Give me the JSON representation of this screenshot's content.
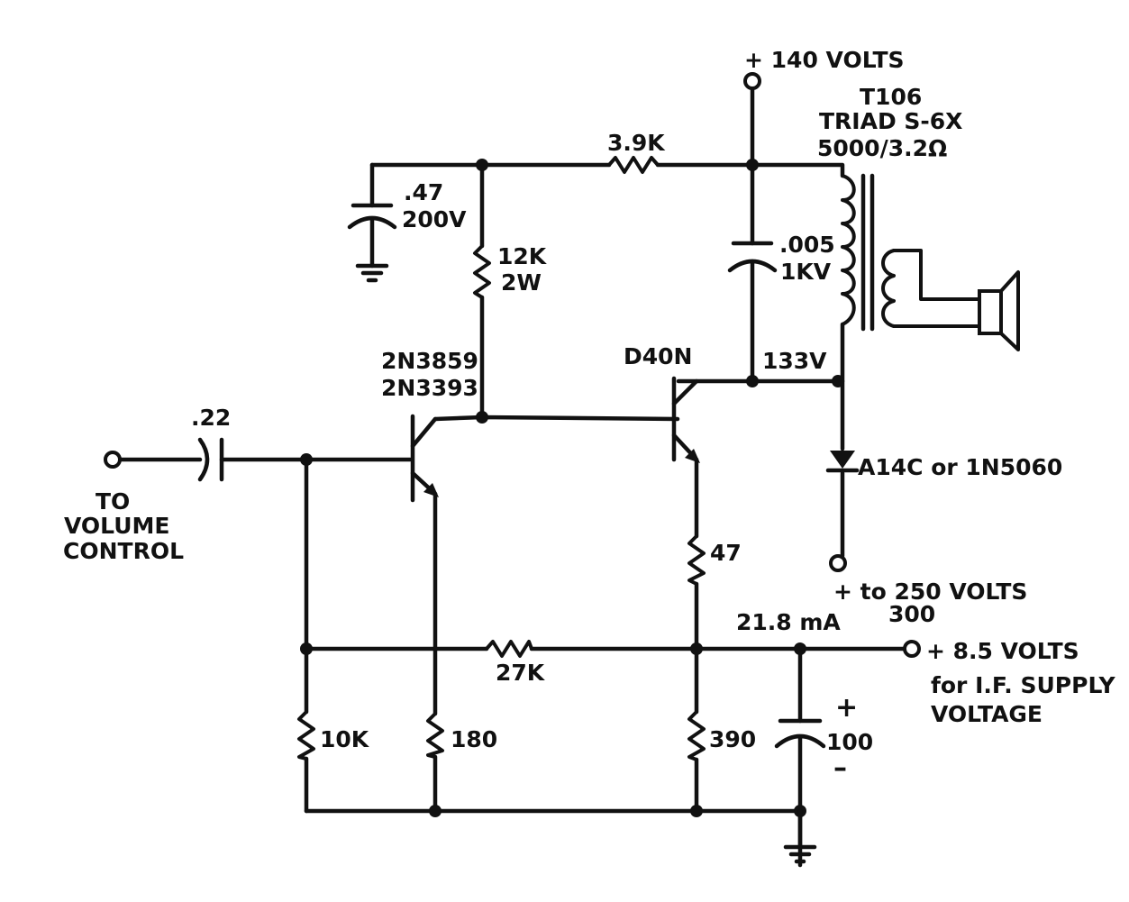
{
  "schematic": {
    "supply_140": "+ 140 VOLTS",
    "transformer": {
      "ref": "T106",
      "type": "TRIAD S-6X",
      "impedance": "5000/3.2Ω"
    },
    "r_3_9k": "3.9K",
    "c_047": {
      "value": ".47",
      "rating": "200V"
    },
    "r_12k": {
      "value": "12K",
      "rating": "2W"
    },
    "c_005": {
      "value": ".005",
      "rating": "1KV"
    },
    "q1": {
      "line1": "2N3859",
      "line2": "2N3393"
    },
    "q2": "D40N",
    "collector_voltage": "133V",
    "c_input": ".22",
    "input_label": {
      "line1": "TO",
      "line2": "VOLUME",
      "line3": "CONTROL"
    },
    "diode": "A14C or 1N5060",
    "hv_supply": {
      "line1": "+ to 250 VOLTS",
      "line2": "300"
    },
    "r_47": "47",
    "current": "21.8 mA",
    "if_supply": {
      "line1": "+ 8.5 VOLTS",
      "line2": "for I.F. SUPPLY",
      "line3": "VOLTAGE"
    },
    "r_27k": "27K",
    "r_10k": "10K",
    "r_180": "180",
    "r_390": "390",
    "c_100": {
      "value": "100",
      "plus": "+",
      "minus": "–"
    }
  }
}
